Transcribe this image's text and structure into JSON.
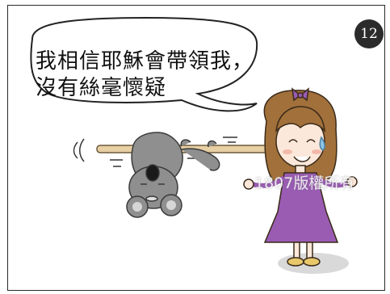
{
  "page_number": "12",
  "speech_bubble": {
    "line1": "我相信耶穌會帶領我，",
    "line2": "沒有絲毫懷疑"
  },
  "watermark": "1807版權所有",
  "colors": {
    "panel_border": "#2a2a2a",
    "badge": "#2b2b2b",
    "dress": "#9a5cb3",
    "hair": "#a2703a",
    "koala": "#8f8f8f",
    "branch": "#e8cfa4",
    "ground_shadow": "#d9d9d9"
  }
}
